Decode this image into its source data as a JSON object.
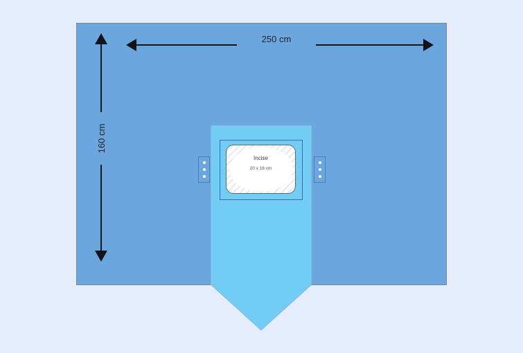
{
  "diagram": {
    "background_color": "#e5edfd",
    "drape": {
      "name": "surgical-drape-sheet",
      "fill_color": "#6ba6de",
      "border_color": "#7a8a99"
    },
    "center_panel": {
      "name": "center-panel",
      "fill_color": "#72cdf4",
      "border_color": "#86b8de",
      "shape": "rectangle-with-v-point-bottom"
    },
    "fenestration": {
      "frame_label": "fenestration-frame",
      "frame_border_color": "#3f6fa8"
    },
    "incise": {
      "title": "Incise",
      "size": "20 x 18 cm",
      "fill_color": "#fbfcfe",
      "hatch_color": "#96a5b9",
      "opening_color": "#ffffff",
      "border_color": "#5a6a7a"
    },
    "tabs": {
      "dot_color": "#ffffff",
      "border_color": "#4a7fb5",
      "dot_count": 3,
      "left_label": "left-fixation-tab",
      "right_label": "right-fixation-tab"
    },
    "dimensions": {
      "width_label": "250 cm",
      "height_label": "160 cm",
      "arrow_color": "#111418",
      "text_color": "#1d2329"
    }
  }
}
